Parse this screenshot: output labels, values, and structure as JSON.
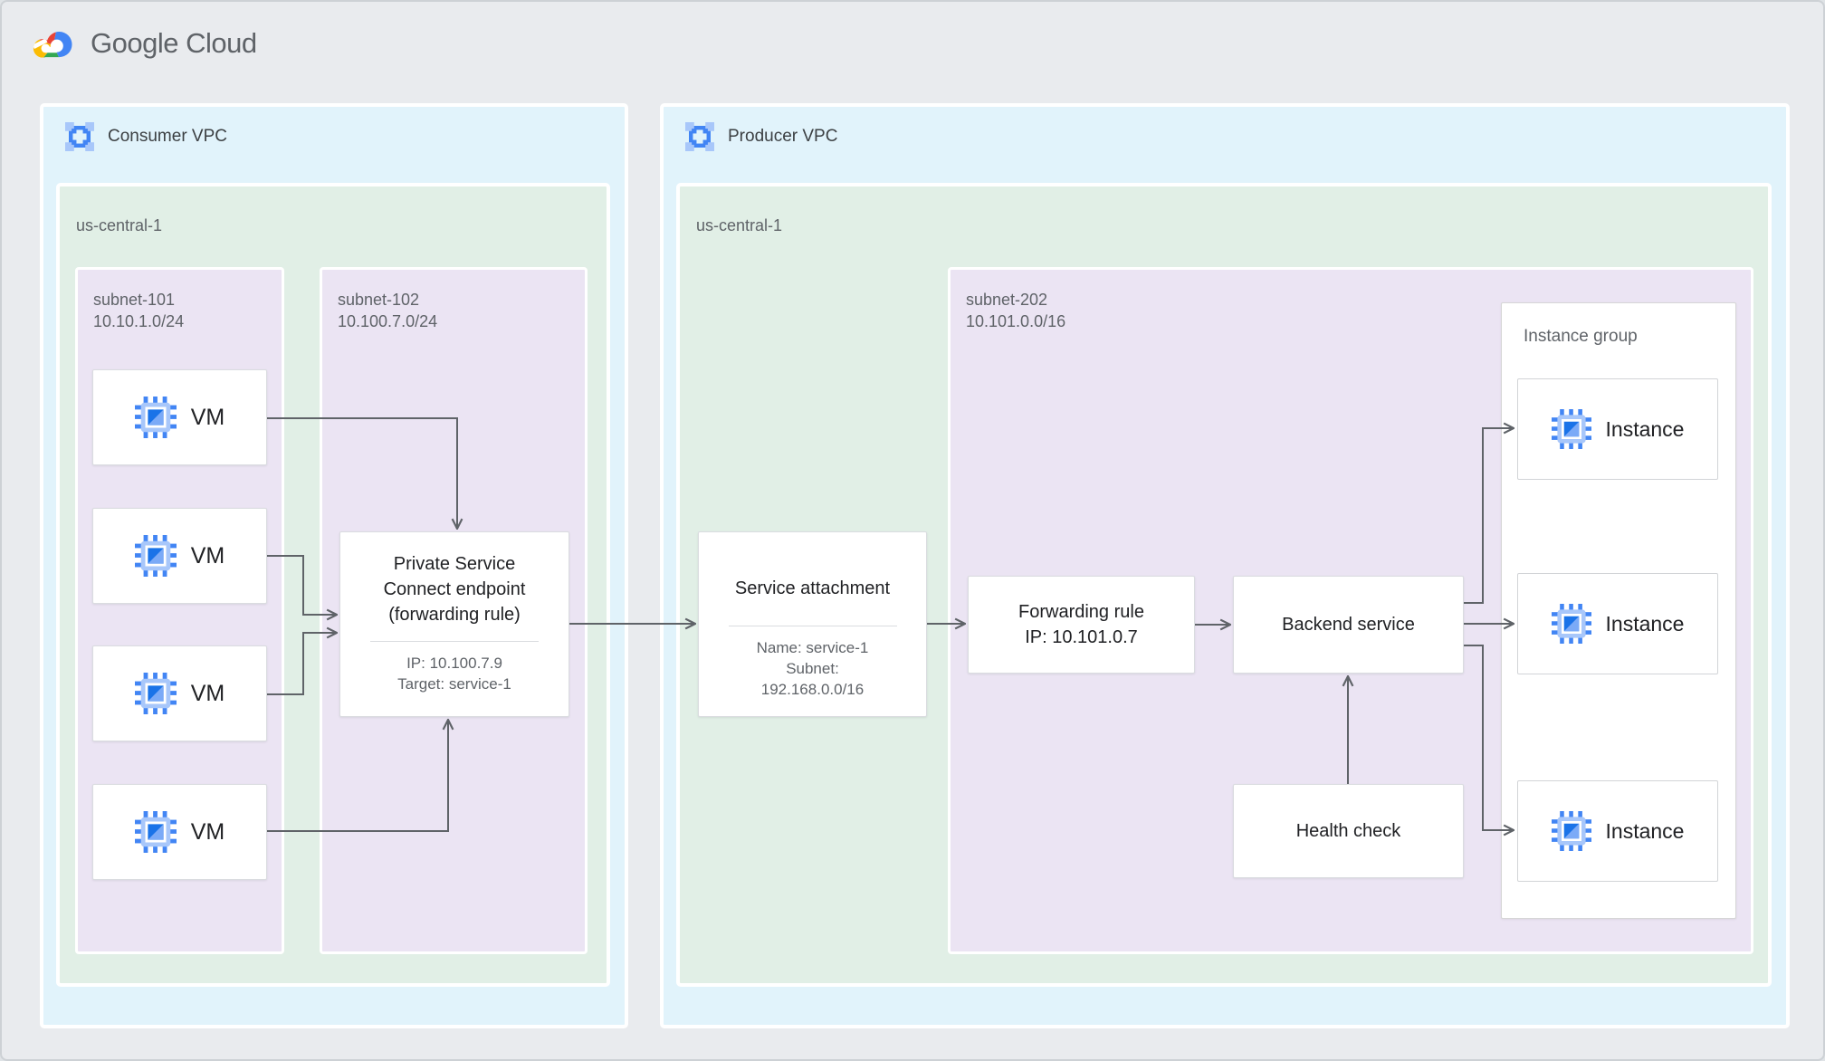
{
  "logo": {
    "text": "Google Cloud"
  },
  "consumer_vpc": {
    "label": "Consumer VPC",
    "region": {
      "label": "us-central-1",
      "subnet_101": {
        "name": "subnet-101",
        "cidr": "10.10.1.0/24",
        "vms": [
          {
            "label": "VM"
          },
          {
            "label": "VM"
          },
          {
            "label": "VM"
          },
          {
            "label": "VM"
          }
        ]
      },
      "subnet_102": {
        "name": "subnet-102",
        "cidr": "10.100.7.0/24",
        "psc_endpoint": {
          "title": "Private Service\nConnect endpoint\n(forwarding rule)",
          "detail": "IP: 10.100.7.9\nTarget: service-1"
        }
      }
    }
  },
  "producer_vpc": {
    "label": "Producer VPC",
    "region": {
      "label": "us-central-1",
      "service_attachment": {
        "title": "Service attachment",
        "detail": "Name: service-1\nSubnet:\n192.168.0.0/16"
      },
      "subnet_202": {
        "name": "subnet-202",
        "cidr": "10.101.0.0/16",
        "forwarding_rule": {
          "label": "Forwarding rule\nIP: 10.101.0.7"
        },
        "backend_service": {
          "label": "Backend service"
        },
        "health_check": {
          "label": "Health check"
        },
        "instance_group": {
          "label": "Instance group",
          "instances": [
            {
              "label": "Instance"
            },
            {
              "label": "Instance"
            },
            {
              "label": "Instance"
            }
          ]
        }
      }
    }
  },
  "colors": {
    "page_bg": "#E9EBEE",
    "vpc_bg": "#E1F3FB",
    "region_bg": "#E1EFE6",
    "subnet_bg": "#EBE4F3",
    "node_bg": "#FFFFFF",
    "arrow": "#5F6368",
    "accent_blue": "#4285F4",
    "icon_light_blue": "#A8C7FA",
    "logo_red": "#EA4335",
    "logo_yellow": "#FBBC04",
    "logo_green": "#34A853",
    "logo_blue": "#4285F4",
    "text_primary": "#202124",
    "text_secondary": "#5F6368"
  }
}
